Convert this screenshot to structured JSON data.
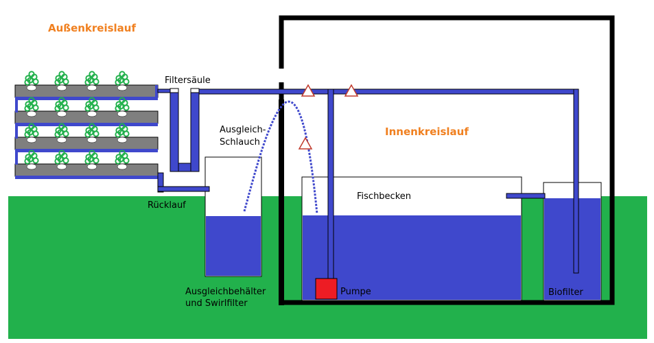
{
  "labels": {
    "outer_loop": "Außenkreislauf",
    "inner_loop": "Innenkreislauf",
    "filter_column": "Filtersäule",
    "balance_hose_1": "Ausgleich-",
    "balance_hose_2": "Schlauch",
    "return_flow": "Rücklauf",
    "fish_tank": "Fischbecken",
    "pump": "Pumpe",
    "biofilter": "Biofilter",
    "balance_tank_1": "Ausgleichbehälter",
    "balance_tank_2": "und Swirlfilter"
  },
  "colors": {
    "header": "#f08020",
    "ground": "#22b14c",
    "water": "#3f48cc",
    "pump": "#ed1c24",
    "channel": "#7f7f7f",
    "wall": "#000000",
    "plant": "#22b14c",
    "valve": "#c0392b"
  },
  "plant_rows": 4,
  "plants_per_row": 4
}
